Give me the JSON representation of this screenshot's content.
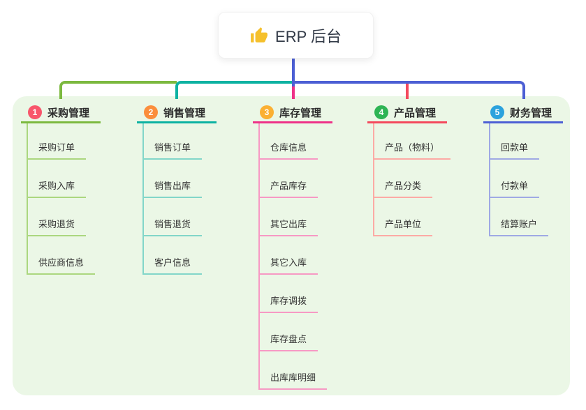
{
  "root": {
    "label": "ERP 后台",
    "icon": "thumbs-up-icon",
    "icon_color": "#f5c02c",
    "connector_color": "#4c5fd4"
  },
  "panel": {
    "background": "#ebf7e6"
  },
  "branches": [
    {
      "index": "1",
      "label": "采购管理",
      "badge_color": "#f8566b",
      "line_color": "#7cb93f",
      "child_line_color": "#abd77f",
      "children": [
        "采购订单",
        "采购入库",
        "采购退货",
        "供应商信息"
      ]
    },
    {
      "index": "2",
      "label": "销售管理",
      "badge_color": "#fb8e3c",
      "line_color": "#0cb2a2",
      "child_line_color": "#82d6c9",
      "children": [
        "销售订单",
        "销售出库",
        "销售退货",
        "客户信息"
      ]
    },
    {
      "index": "3",
      "label": "库存管理",
      "badge_color": "#fbb033",
      "line_color": "#ee3288",
      "child_line_color": "#f799c4",
      "children": [
        "仓库信息",
        "产品库存",
        "其它出库",
        "其它入库",
        "库存调拨",
        "库存盘点",
        "出库库明细"
      ]
    },
    {
      "index": "4",
      "label": "产品管理",
      "badge_color": "#2eb454",
      "line_color": "#f4495d",
      "child_line_color": "#fcaaa5",
      "children": [
        "产品（物料）",
        "产品分类",
        "产品单位"
      ]
    },
    {
      "index": "5",
      "label": "财务管理",
      "badge_color": "#2ba2dd",
      "line_color": "#4c5fd4",
      "child_line_color": "#9fa9e4",
      "children": [
        "回款单",
        "付款单",
        "结算账户"
      ]
    }
  ]
}
